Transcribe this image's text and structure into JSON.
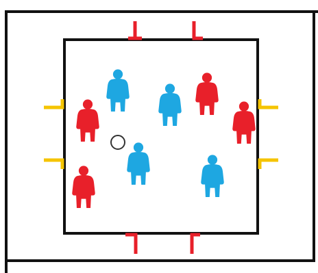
{
  "colors": {
    "background": "#ffffff",
    "outline": "#111111",
    "red_team": "#e8202a",
    "blue_team": "#1ea7e1",
    "yellow_gate": "#f5c400",
    "red_gate": "#e8202a",
    "ball_stroke": "#333333"
  },
  "players": [
    {
      "team": "red"
    },
    {
      "team": "red"
    },
    {
      "team": "red"
    },
    {
      "team": "red"
    },
    {
      "team": "blue"
    },
    {
      "team": "blue"
    },
    {
      "team": "blue"
    },
    {
      "team": "blue"
    }
  ],
  "icons": {
    "player": "person-icon",
    "ball": "ball-icon",
    "gate": "goal-post-icon"
  }
}
